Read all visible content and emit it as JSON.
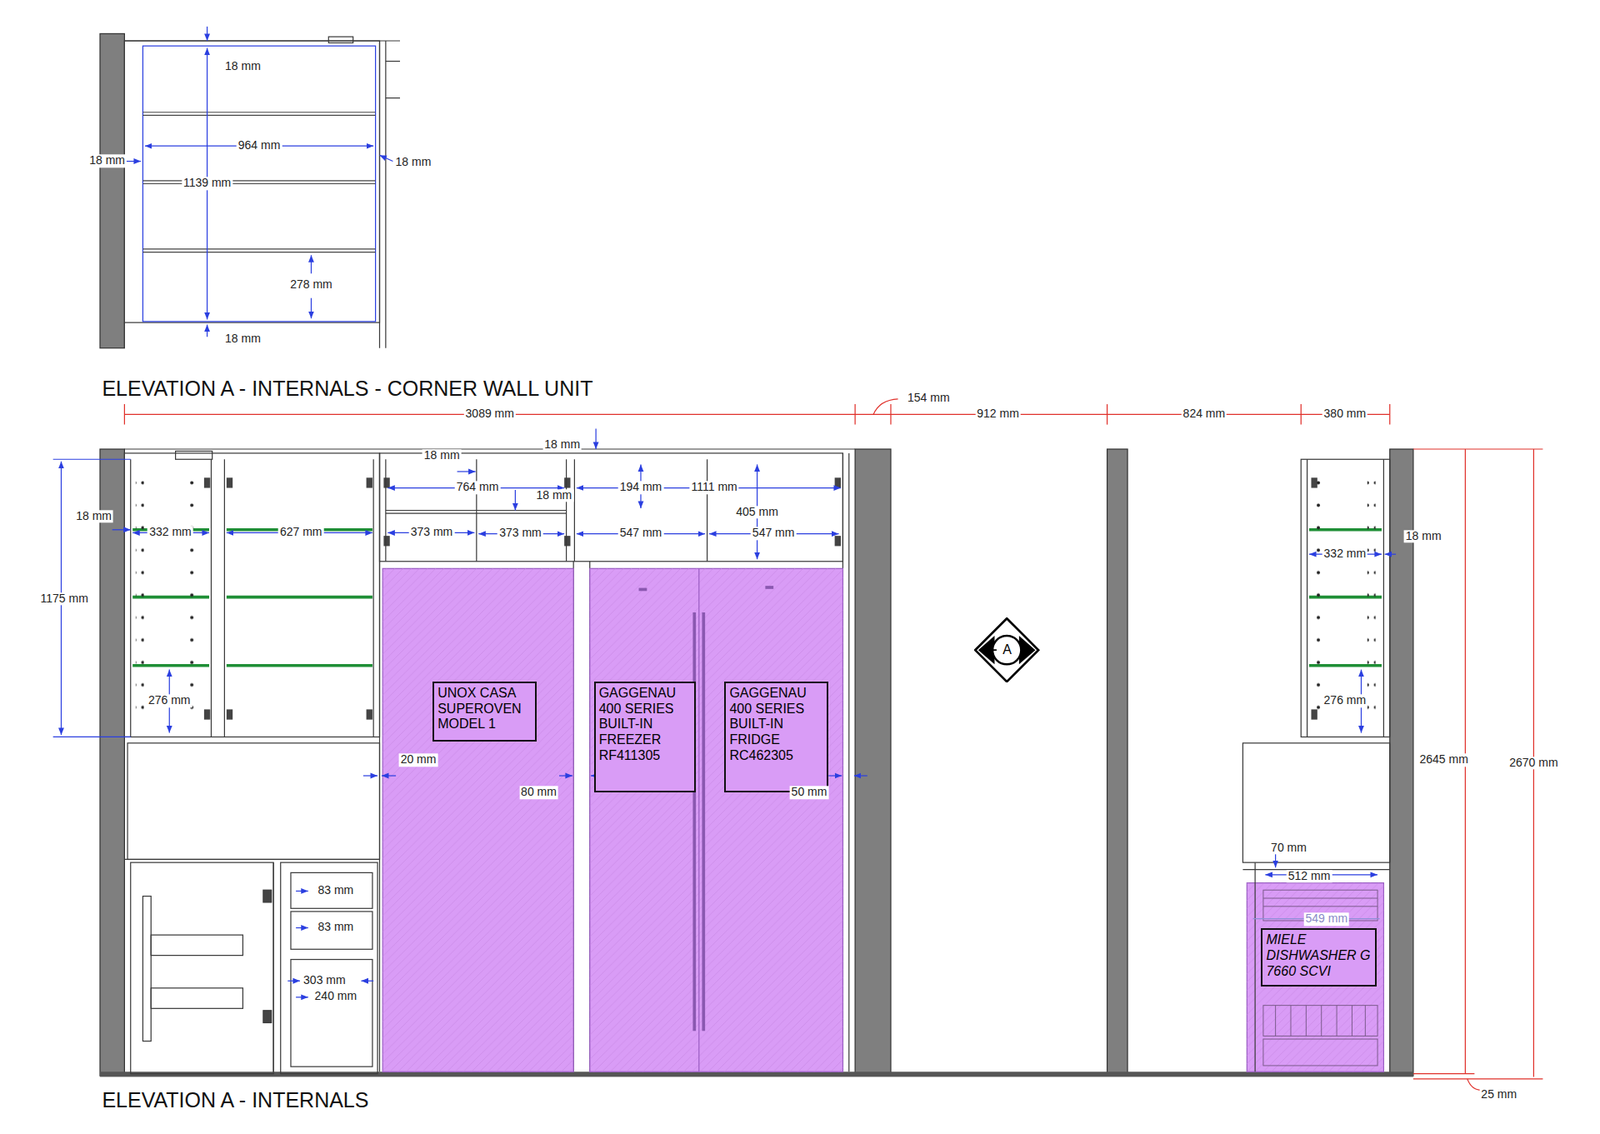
{
  "diagram": {
    "title": "ELEVATION A - INTERNALS",
    "nodes": [
      {
        "text": [
          "A"
        ]
      },
      {
        "text": [
          "UNOX CASA SUPEROVEN MODEL 1"
        ]
      },
      {
        "text": [
          "GAGGENAU 400 SERIES BUILT-IN FREEZER RF411305"
        ]
      },
      {
        "text": [
          "GAGGENAU 400 SERIES BUILT-IN FRIDGE RC462305"
        ]
      },
      {
        "text": [
          "MIELE DISHWASHER G 7660 SCVI"
        ]
      }
    ],
    "labels": [
      "18 mm",
      "964 mm",
      "18 mm",
      "18 mm",
      "1139 mm",
      "278 mm",
      "18 mm",
      "ELEVATION A - INTERNALS - CORNER WALL UNIT",
      "154 mm",
      "3089 mm",
      "912 mm",
      "824 mm",
      "380 mm",
      "18 mm",
      "18 mm",
      "764 mm",
      "194 mm",
      "1111 mm",
      "18 mm",
      "405 mm",
      "18 mm",
      "332 mm",
      "627 mm",
      "373 mm",
      "373 mm",
      "547 mm",
      "547 mm",
      "18 mm",
      "332 mm",
      "1175 mm",
      "276 mm",
      "276 mm",
      "20 mm",
      "2645 mm",
      "2670 mm",
      "80 mm",
      "50 mm",
      "70 mm",
      "512 mm",
      "83 mm",
      "549 mm",
      "83 mm",
      "303 mm",
      "240 mm",
      "25 mm"
    ]
  }
}
